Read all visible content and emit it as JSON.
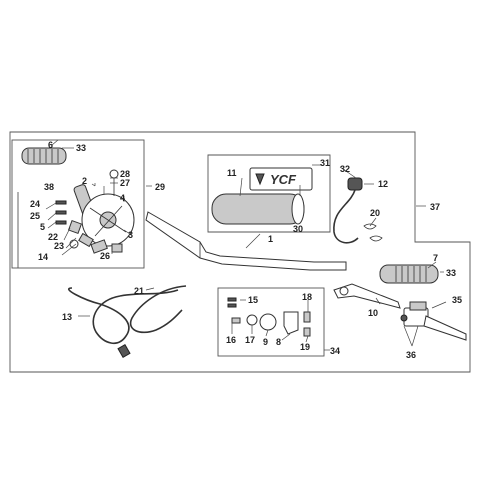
{
  "logo_text": "YCF",
  "callouts": [
    {
      "id": "c1",
      "text": "1"
    },
    {
      "id": "c2",
      "text": "2"
    },
    {
      "id": "c3",
      "text": "3"
    },
    {
      "id": "c4",
      "text": "4"
    },
    {
      "id": "c5",
      "text": "5"
    },
    {
      "id": "c6",
      "text": "6"
    },
    {
      "id": "c7",
      "text": "7"
    },
    {
      "id": "c8",
      "text": "8"
    },
    {
      "id": "c9",
      "text": "9"
    },
    {
      "id": "c10",
      "text": "10"
    },
    {
      "id": "c11",
      "text": "11"
    },
    {
      "id": "c12",
      "text": "12"
    },
    {
      "id": "c13",
      "text": "13"
    },
    {
      "id": "c14",
      "text": "14"
    },
    {
      "id": "c15",
      "text": "15"
    },
    {
      "id": "c16",
      "text": "16"
    },
    {
      "id": "c17",
      "text": "17"
    },
    {
      "id": "c18",
      "text": "18"
    },
    {
      "id": "c19",
      "text": "19"
    },
    {
      "id": "c20",
      "text": "20"
    },
    {
      "id": "c21",
      "text": "21"
    },
    {
      "id": "c22",
      "text": "22"
    },
    {
      "id": "c23",
      "text": "23"
    },
    {
      "id": "c24",
      "text": "24"
    },
    {
      "id": "c25",
      "text": "25"
    },
    {
      "id": "c26",
      "text": "26"
    },
    {
      "id": "c27",
      "text": "27"
    },
    {
      "id": "c28",
      "text": "28"
    },
    {
      "id": "c29",
      "text": "29"
    },
    {
      "id": "c30",
      "text": "30"
    },
    {
      "id": "c31",
      "text": "31"
    },
    {
      "id": "c32",
      "text": "32"
    },
    {
      "id": "c33a",
      "text": "33"
    },
    {
      "id": "c33b",
      "text": "33"
    },
    {
      "id": "c34",
      "text": "34"
    },
    {
      "id": "c35",
      "text": "35"
    },
    {
      "id": "c36",
      "text": "36"
    },
    {
      "id": "c37",
      "text": "37"
    },
    {
      "id": "c38",
      "text": "38"
    }
  ]
}
